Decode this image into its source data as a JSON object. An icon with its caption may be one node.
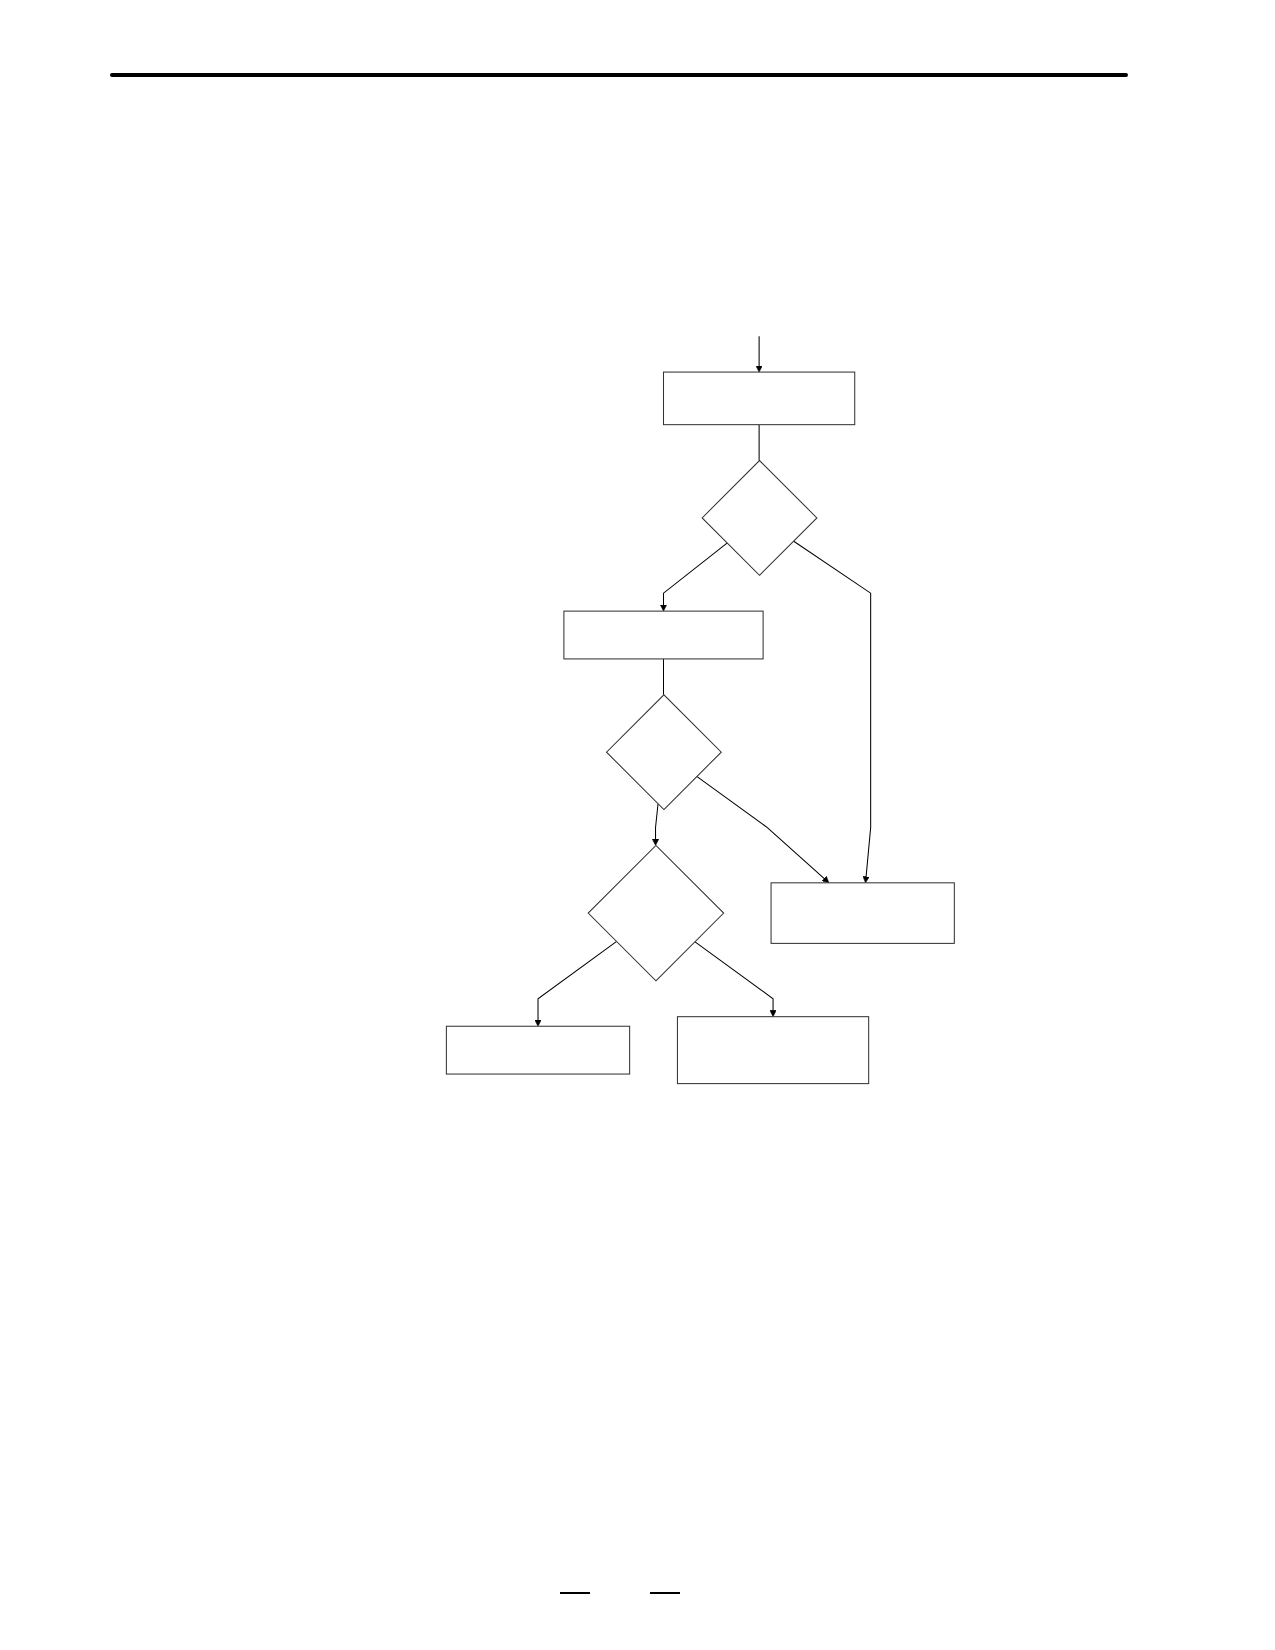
{
  "diagram": {
    "nodes": [
      {
        "text": [],
        "shape": "box"
      },
      {
        "text": [],
        "shape": "diamond"
      },
      {
        "text": [],
        "shape": "box"
      },
      {
        "text": [],
        "shape": "diamond"
      },
      {
        "text": [],
        "shape": "diamond"
      },
      {
        "text": [],
        "shape": "box"
      },
      {
        "text": [],
        "shape": "box"
      },
      {
        "text": [],
        "shape": "box"
      }
    ],
    "edges": [
      {
        "from": null,
        "to": 0,
        "arrow": "to"
      },
      {
        "from": 0,
        "to": 1,
        "arrow": "none"
      },
      {
        "from": 1,
        "to": 2,
        "arrow": "to"
      },
      {
        "from": 1,
        "to": 7,
        "arrow": "to"
      },
      {
        "from": 2,
        "to": 3,
        "arrow": "none"
      },
      {
        "from": 3,
        "to": 4,
        "arrow": "to"
      },
      {
        "from": 3,
        "to": 7,
        "arrow": "to"
      },
      {
        "from": 4,
        "to": 5,
        "arrow": "to"
      },
      {
        "from": 4,
        "to": 6,
        "arrow": "to"
      }
    ]
  }
}
